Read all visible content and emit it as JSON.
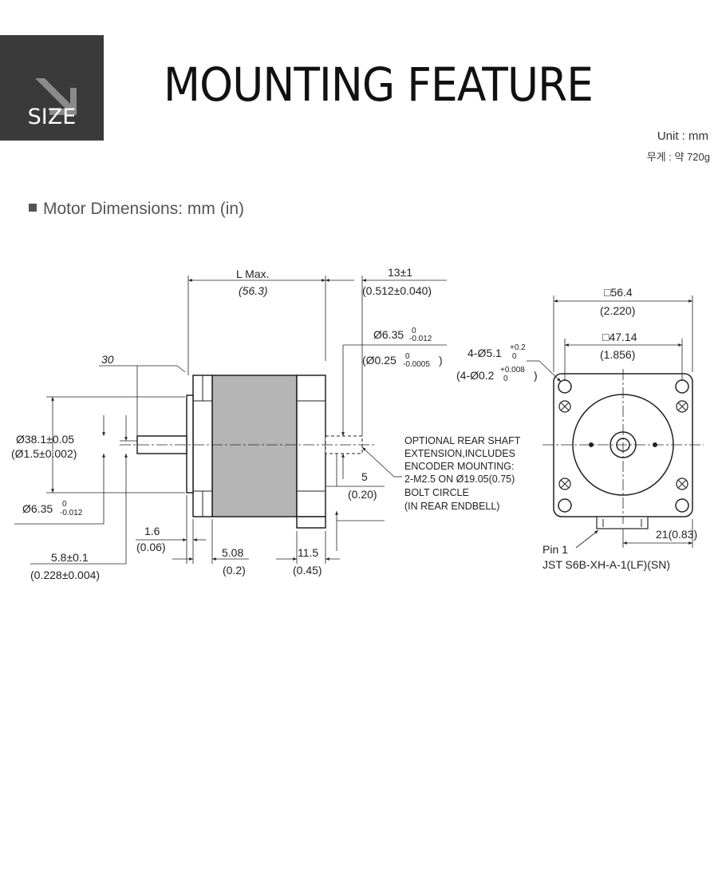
{
  "header": {
    "badge_label": "SIZE",
    "title": "MOUNTING FEATURE",
    "unit": "Unit : mm",
    "weight": "무게 : 약 720g"
  },
  "section": {
    "title": "Motor Dimensions: mm  (in)"
  },
  "side_view": {
    "l_max": "L Max.",
    "l_max_in": "(56.3)",
    "rear_len": "13±1",
    "rear_len_in": "(0.512±0.040)",
    "rear_shaft_dia": "Ø6.35",
    "rear_shaft_dia_tol_top": "0",
    "rear_shaft_dia_tol_bot": "-0.012",
    "rear_shaft_dia_in": "(Ø0.25",
    "rear_shaft_dia_in_tol_top": "0",
    "rear_shaft_dia_in_tol_bot": "-0.0005",
    "rear_shaft_dia_in_close": ")",
    "shaft_len": "30",
    "pilot_dia": "Ø38.1±0.05",
    "pilot_dia_in": "(Ø1.5±0.002)",
    "front_shaft_dia": "Ø6.35",
    "front_shaft_dia_tol_top": "0",
    "front_shaft_dia_tol_bot": "-0.012",
    "pilot_depth": "1.6",
    "pilot_depth_in": "(0.06)",
    "flange": "5.08",
    "flange_in": "(0.2)",
    "rear_boss": "11.5",
    "rear_boss_in": "(0.45)",
    "flat": "5.8±0.1",
    "flat_in": "(0.228±0.004)",
    "rear_ext": "5",
    "rear_ext_in": "(0.20)",
    "note_lines": [
      "OPTIONAL REAR SHAFT",
      "EXTENSION,INCLUDES",
      "ENCODER MOUNTING:",
      "2-M2.5 ON Ø19.05(0.75)",
      "BOLT CIRCLE",
      "(IN REAR ENDBELL)"
    ]
  },
  "front_view": {
    "square_outer": "□56.4",
    "square_outer_in": "(2.220)",
    "square_inner": "□47.14",
    "square_inner_in": "(1.856)",
    "holes": "4-Ø5.1",
    "holes_tol_top": "+0.2",
    "holes_tol_bot": "0",
    "holes_in": "(4-Ø0.2",
    "holes_in_tol_top": "+0.008",
    "holes_in_tol_bot": "0",
    "holes_in_close": ")",
    "connector_offset": "21(0.83)",
    "pin": "Pin 1",
    "connector": "JST S6B-XH-A-1(LF)(SN)"
  }
}
